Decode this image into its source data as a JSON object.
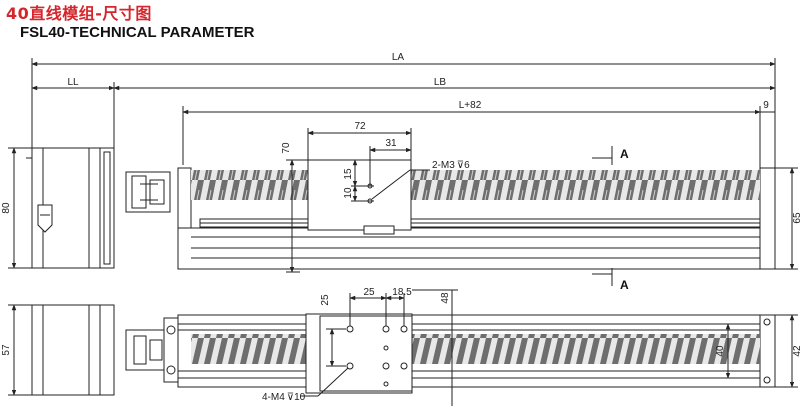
{
  "title_cn": "40直线模组-尺寸图",
  "title_en": "FSL40-TECHNICAL PARAMETER",
  "dimensions": {
    "la": "LA",
    "ll": "LL",
    "lb": "LB",
    "l82": "L+82",
    "d9": "9",
    "d72": "72",
    "d31": "31",
    "d70": "70",
    "d15": "15",
    "d10": "10",
    "m3": "2-M3",
    "m3_depth": "6",
    "d80": "80",
    "d65": "65",
    "d25v": "25",
    "d25h": "25",
    "d18_5": "18.5",
    "d48": "48",
    "d57": "57",
    "d40": "40",
    "d42": "42",
    "m4": "4-M4",
    "m4_depth": "10"
  },
  "section_marks": {
    "a_top": "A",
    "a_bottom": "A"
  },
  "colors": {
    "title_red": "#d4262c",
    "line": "#222222",
    "screw": "#6e6e6e"
  }
}
